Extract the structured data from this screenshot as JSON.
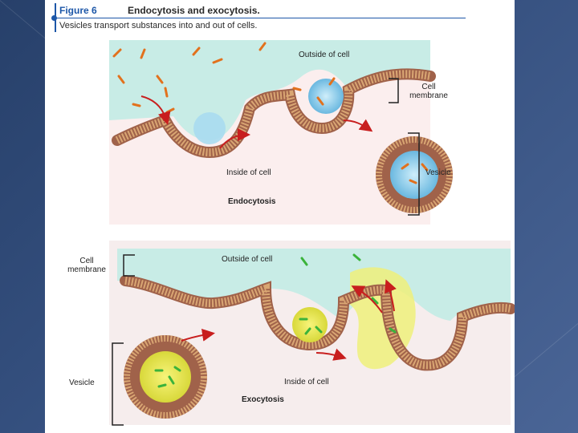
{
  "figure": {
    "number": "Figure 6",
    "title": "Endocytosis and exocytosis.",
    "caption": "Vesicles transport substances into and out of cells."
  },
  "endocytosis": {
    "outside_label": "Outside of cell",
    "membrane_label_line1": "Cell",
    "membrane_label_line2": "membrane",
    "inside_label": "Inside of cell",
    "process_label": "Endocytosis",
    "vesicle_label": "Vesicle"
  },
  "exocytosis": {
    "outside_label": "Outside of cell",
    "membrane_label_line1": "Cell",
    "membrane_label_line2": "membrane",
    "inside_label": "Inside of cell",
    "process_label": "Exocytosis",
    "vesicle_label": "Vesicle"
  },
  "colors": {
    "membrane": "#d9a673",
    "membrane_inner": "#a0624a",
    "extracellular": "#bfe8e0",
    "cytoplasm": "#f5dede",
    "vesicle_fluid_blue": "#7fc8e8",
    "vesicle_fluid_yellow": "#e9e64a",
    "particle_orange": "#e2711d",
    "particle_green": "#3bb33b",
    "arrow": "#c81e1e",
    "figure_accent": "#1d57a8"
  }
}
